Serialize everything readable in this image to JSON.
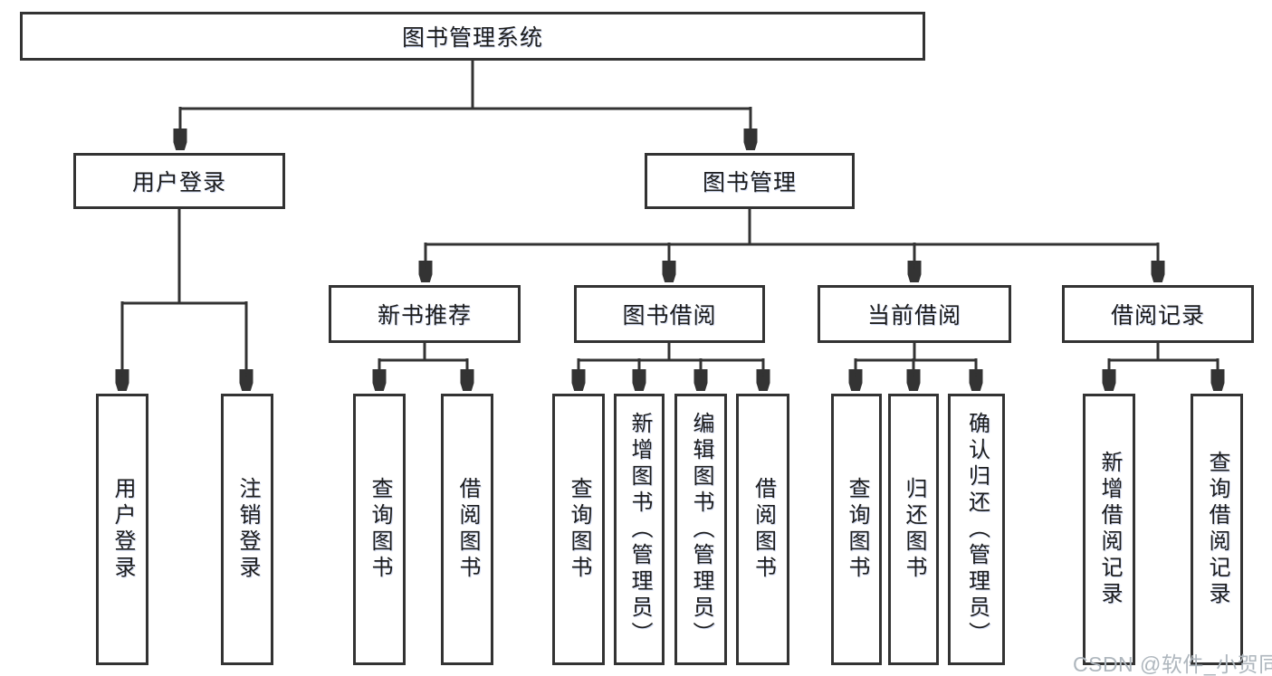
{
  "colors": {
    "line": "#333333",
    "text": "#1c1c1c",
    "watermark": "#aeb6bd",
    "background": "#ffffff"
  },
  "watermark": "CSDN @软件_小贺同学",
  "tree": {
    "root": {
      "label": "图书管理系统",
      "children": [
        {
          "label": "用户登录",
          "children": [
            {
              "label": "用户登录"
            },
            {
              "label": "注销登录"
            }
          ]
        },
        {
          "label": "图书管理",
          "children": [
            {
              "label": "新书推荐",
              "children": [
                {
                  "label": "查询图书"
                },
                {
                  "label": "借阅图书"
                }
              ]
            },
            {
              "label": "图书借阅",
              "children": [
                {
                  "label": "查询图书"
                },
                {
                  "label": "新增图书（管理员）"
                },
                {
                  "label": "编辑图书（管理员）"
                },
                {
                  "label": "借阅图书"
                }
              ]
            },
            {
              "label": "当前借阅",
              "children": [
                {
                  "label": "查询图书"
                },
                {
                  "label": "归还图书"
                },
                {
                  "label": "确认归还（管理员）"
                }
              ]
            },
            {
              "label": "借阅记录",
              "children": [
                {
                  "label": "新增借阅记录"
                },
                {
                  "label": "查询借阅记录"
                }
              ]
            }
          ]
        }
      ]
    }
  }
}
